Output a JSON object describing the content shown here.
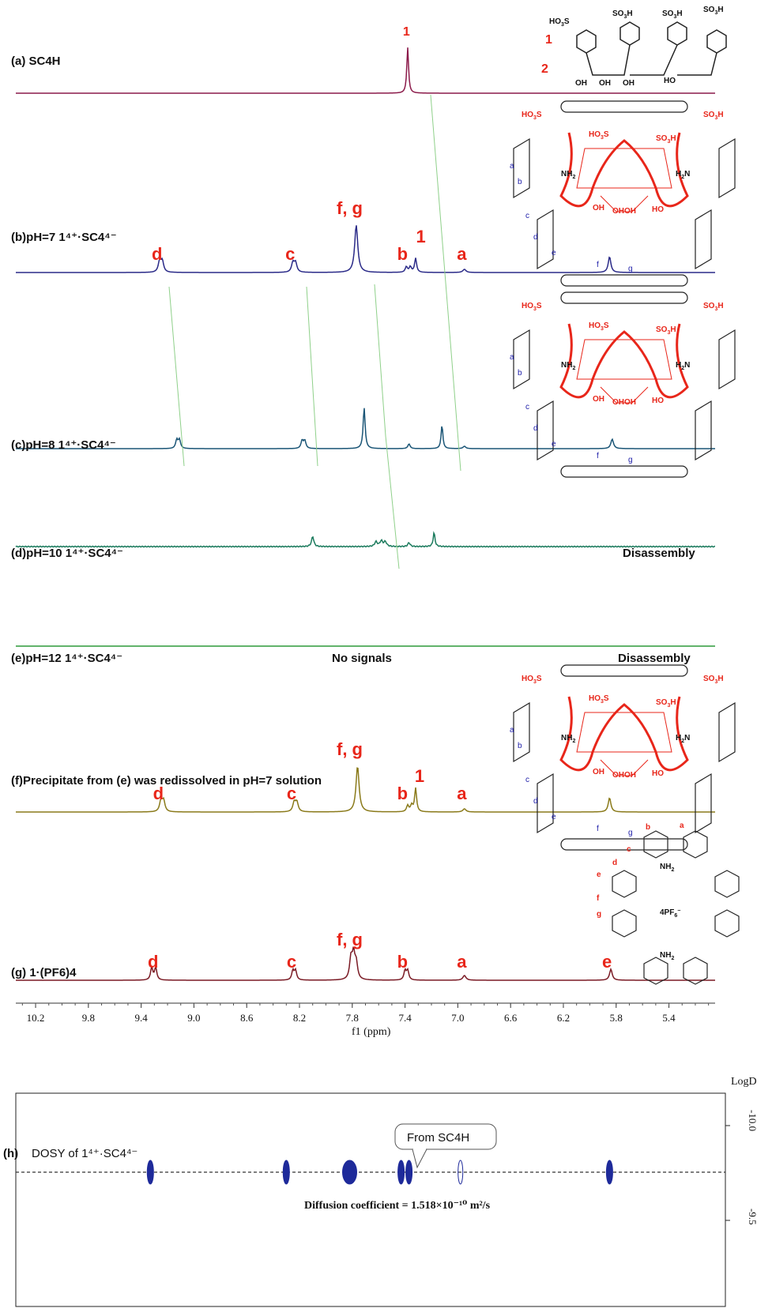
{
  "chart_data": {
    "type": "line",
    "xlabel": "f1 (ppm)",
    "x_range": [
      10.35,
      5.05
    ],
    "x_ticks": [
      "10.2",
      "9.8",
      "9.4",
      "9.0",
      "8.6",
      "8.2",
      "7.8",
      "7.4",
      "7.0",
      "6.6",
      "6.2",
      "5.8",
      "5.4"
    ],
    "series": [
      {
        "label": "(a) SC4H",
        "color": "#8b1a4a",
        "peaks": [
          {
            "x": 7.38,
            "h": 58,
            "w": 0.008
          }
        ],
        "peak_labels": [
          {
            "text": "1",
            "x": 7.38
          }
        ]
      },
      {
        "label": "(b)pH=7  1⁴⁺·SC4⁴⁻",
        "color": "#2a2a88",
        "peaks": [
          {
            "x": 9.26,
            "h": 14,
            "w": 0.012
          },
          {
            "x": 9.24,
            "h": 14,
            "w": 0.012
          },
          {
            "x": 8.25,
            "h": 12,
            "w": 0.012
          },
          {
            "x": 8.23,
            "h": 12,
            "w": 0.012
          },
          {
            "x": 7.77,
            "h": 60,
            "w": 0.014
          },
          {
            "x": 7.39,
            "h": 7,
            "w": 0.01
          },
          {
            "x": 7.36,
            "h": 7,
            "w": 0.01
          },
          {
            "x": 7.32,
            "h": 18,
            "w": 0.009
          },
          {
            "x": 6.95,
            "h": 4,
            "w": 0.014
          },
          {
            "x": 5.85,
            "h": 20,
            "w": 0.012
          }
        ],
        "peak_labels": [
          {
            "text": "d",
            "x": 9.28
          },
          {
            "text": "c",
            "x": 8.27
          },
          {
            "text": "f, g",
            "x": 7.82
          },
          {
            "text": "b",
            "x": 7.42
          },
          {
            "text": "1",
            "x": 7.28
          },
          {
            "text": "a",
            "x": 6.97
          }
        ]
      },
      {
        "label": "(c)pH=8  1⁴⁺·SC4⁴⁻",
        "color": "#1a5576",
        "peaks": [
          {
            "x": 9.13,
            "h": 11,
            "w": 0.01
          },
          {
            "x": 9.11,
            "h": 11,
            "w": 0.01
          },
          {
            "x": 8.18,
            "h": 10,
            "w": 0.01
          },
          {
            "x": 8.16,
            "h": 10,
            "w": 0.01
          },
          {
            "x": 7.71,
            "h": 52,
            "w": 0.009
          },
          {
            "x": 7.37,
            "h": 6,
            "w": 0.01
          },
          {
            "x": 7.12,
            "h": 30,
            "w": 0.008
          },
          {
            "x": 6.95,
            "h": 3,
            "w": 0.012
          },
          {
            "x": 5.83,
            "h": 12,
            "w": 0.012
          }
        ],
        "peak_labels": []
      },
      {
        "label": "(d)pH=10  1⁴⁺·SC4⁴⁻",
        "color": "#1a7a5c",
        "peaks": [
          {
            "x": 8.1,
            "h": 13,
            "w": 0.01
          },
          {
            "x": 7.62,
            "h": 6,
            "w": 0.012
          },
          {
            "x": 7.58,
            "h": 7,
            "w": 0.012
          },
          {
            "x": 7.55,
            "h": 6,
            "w": 0.012
          },
          {
            "x": 7.37,
            "h": 5,
            "w": 0.01
          },
          {
            "x": 7.18,
            "h": 18,
            "w": 0.008
          }
        ],
        "peak_labels": [],
        "note": "Disassembly"
      },
      {
        "label": "(e)pH=12  1⁴⁺·SC4⁴⁻",
        "color": "#2f9a3a",
        "peaks": [],
        "peak_labels": [],
        "note": "Disassembly",
        "center_note": "No signals"
      },
      {
        "label": "(f)Precipitate from (e) was redissolved in pH=7 solution",
        "color": "#8a7a1a",
        "peaks": [
          {
            "x": 9.25,
            "h": 14,
            "w": 0.012
          },
          {
            "x": 9.23,
            "h": 14,
            "w": 0.012
          },
          {
            "x": 8.24,
            "h": 12,
            "w": 0.012
          },
          {
            "x": 8.22,
            "h": 12,
            "w": 0.012
          },
          {
            "x": 7.76,
            "h": 58,
            "w": 0.014
          },
          {
            "x": 7.38,
            "h": 8,
            "w": 0.01
          },
          {
            "x": 7.35,
            "h": 8,
            "w": 0.01
          },
          {
            "x": 7.32,
            "h": 30,
            "w": 0.009
          },
          {
            "x": 6.95,
            "h": 4,
            "w": 0.014
          },
          {
            "x": 5.85,
            "h": 18,
            "w": 0.012
          }
        ],
        "peak_labels": [
          {
            "text": "d",
            "x": 9.27
          },
          {
            "text": "c",
            "x": 8.26
          },
          {
            "text": "f, g",
            "x": 7.82
          },
          {
            "text": "b",
            "x": 7.42
          },
          {
            "text": "1",
            "x": 7.29
          },
          {
            "text": "a",
            "x": 6.97
          }
        ]
      },
      {
        "label": "(g) 1·(PF6)4",
        "color": "#7a1a24",
        "peaks": [
          {
            "x": 9.32,
            "h": 16,
            "w": 0.01
          },
          {
            "x": 9.29,
            "h": 16,
            "w": 0.01
          },
          {
            "x": 8.25,
            "h": 12,
            "w": 0.01
          },
          {
            "x": 8.23,
            "h": 12,
            "w": 0.01
          },
          {
            "x": 7.81,
            "h": 26,
            "w": 0.012
          },
          {
            "x": 7.79,
            "h": 30,
            "w": 0.012
          },
          {
            "x": 7.77,
            "h": 20,
            "w": 0.012
          },
          {
            "x": 7.4,
            "h": 12,
            "w": 0.01
          },
          {
            "x": 7.38,
            "h": 12,
            "w": 0.01
          },
          {
            "x": 6.95,
            "h": 6,
            "w": 0.014
          },
          {
            "x": 5.84,
            "h": 14,
            "w": 0.012
          }
        ],
        "peak_labels": [
          {
            "text": "d",
            "x": 9.31
          },
          {
            "text": "c",
            "x": 8.26
          },
          {
            "text": "f, g",
            "x": 7.82
          },
          {
            "text": "b",
            "x": 7.42
          },
          {
            "text": "a",
            "x": 6.97
          },
          {
            "text": "e",
            "x": 5.87
          }
        ]
      }
    ],
    "dosy": {
      "label": "(h)",
      "title": "DOSY of 1⁴⁺·SC4⁴⁻",
      "ylabel": "LogD",
      "y_ticks": [
        "-10.0",
        "-9.5"
      ],
      "callout": "From SC4H",
      "diffusion": "Diffusion coefficient = 1.518×10⁻¹⁰ m²/s",
      "spots": [
        9.33,
        8.3,
        7.82,
        7.43,
        7.37,
        6.98,
        5.85
      ],
      "color": "#1e2a9a"
    }
  }
}
